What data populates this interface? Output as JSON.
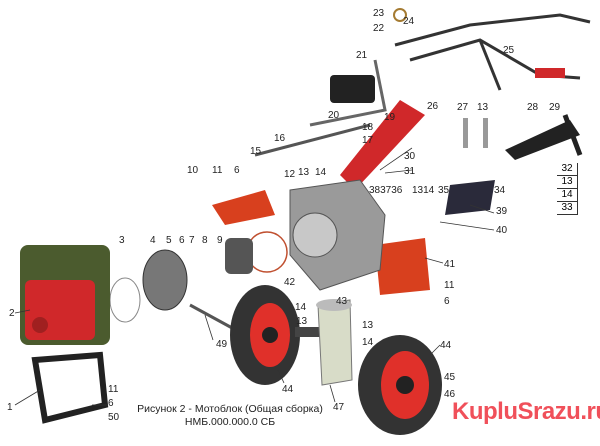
{
  "caption": {
    "line1": "Рисунок 2 - Мотоблок (Общая сборка)",
    "line2": "НМБ.000.000.0 СБ"
  },
  "watermark": "KupluSrazu.ru",
  "colors": {
    "accent_red": "#e0302a",
    "engine_green": "#4b5b2e",
    "watermark": "#f0505a"
  },
  "callouts": [
    "23",
    "24",
    "22",
    "25",
    "21",
    "26",
    "20",
    "19",
    "18",
    "17",
    "27",
    "13",
    "28",
    "29",
    "15",
    "16",
    "30",
    "31",
    "10",
    "11",
    "6",
    "12",
    "13",
    "14",
    "383736",
    "1314",
    "35",
    "34",
    "39",
    "40",
    "3",
    "4",
    "5",
    "6",
    "7",
    "8",
    "9",
    "41",
    "11",
    "6",
    "42",
    "43",
    "2",
    "14",
    "13",
    "13",
    "14",
    "49",
    "44",
    "44",
    "47",
    "45",
    "46",
    "11",
    "6",
    "1",
    "50"
  ],
  "stack_box": [
    "32",
    "13",
    "14",
    "33"
  ]
}
